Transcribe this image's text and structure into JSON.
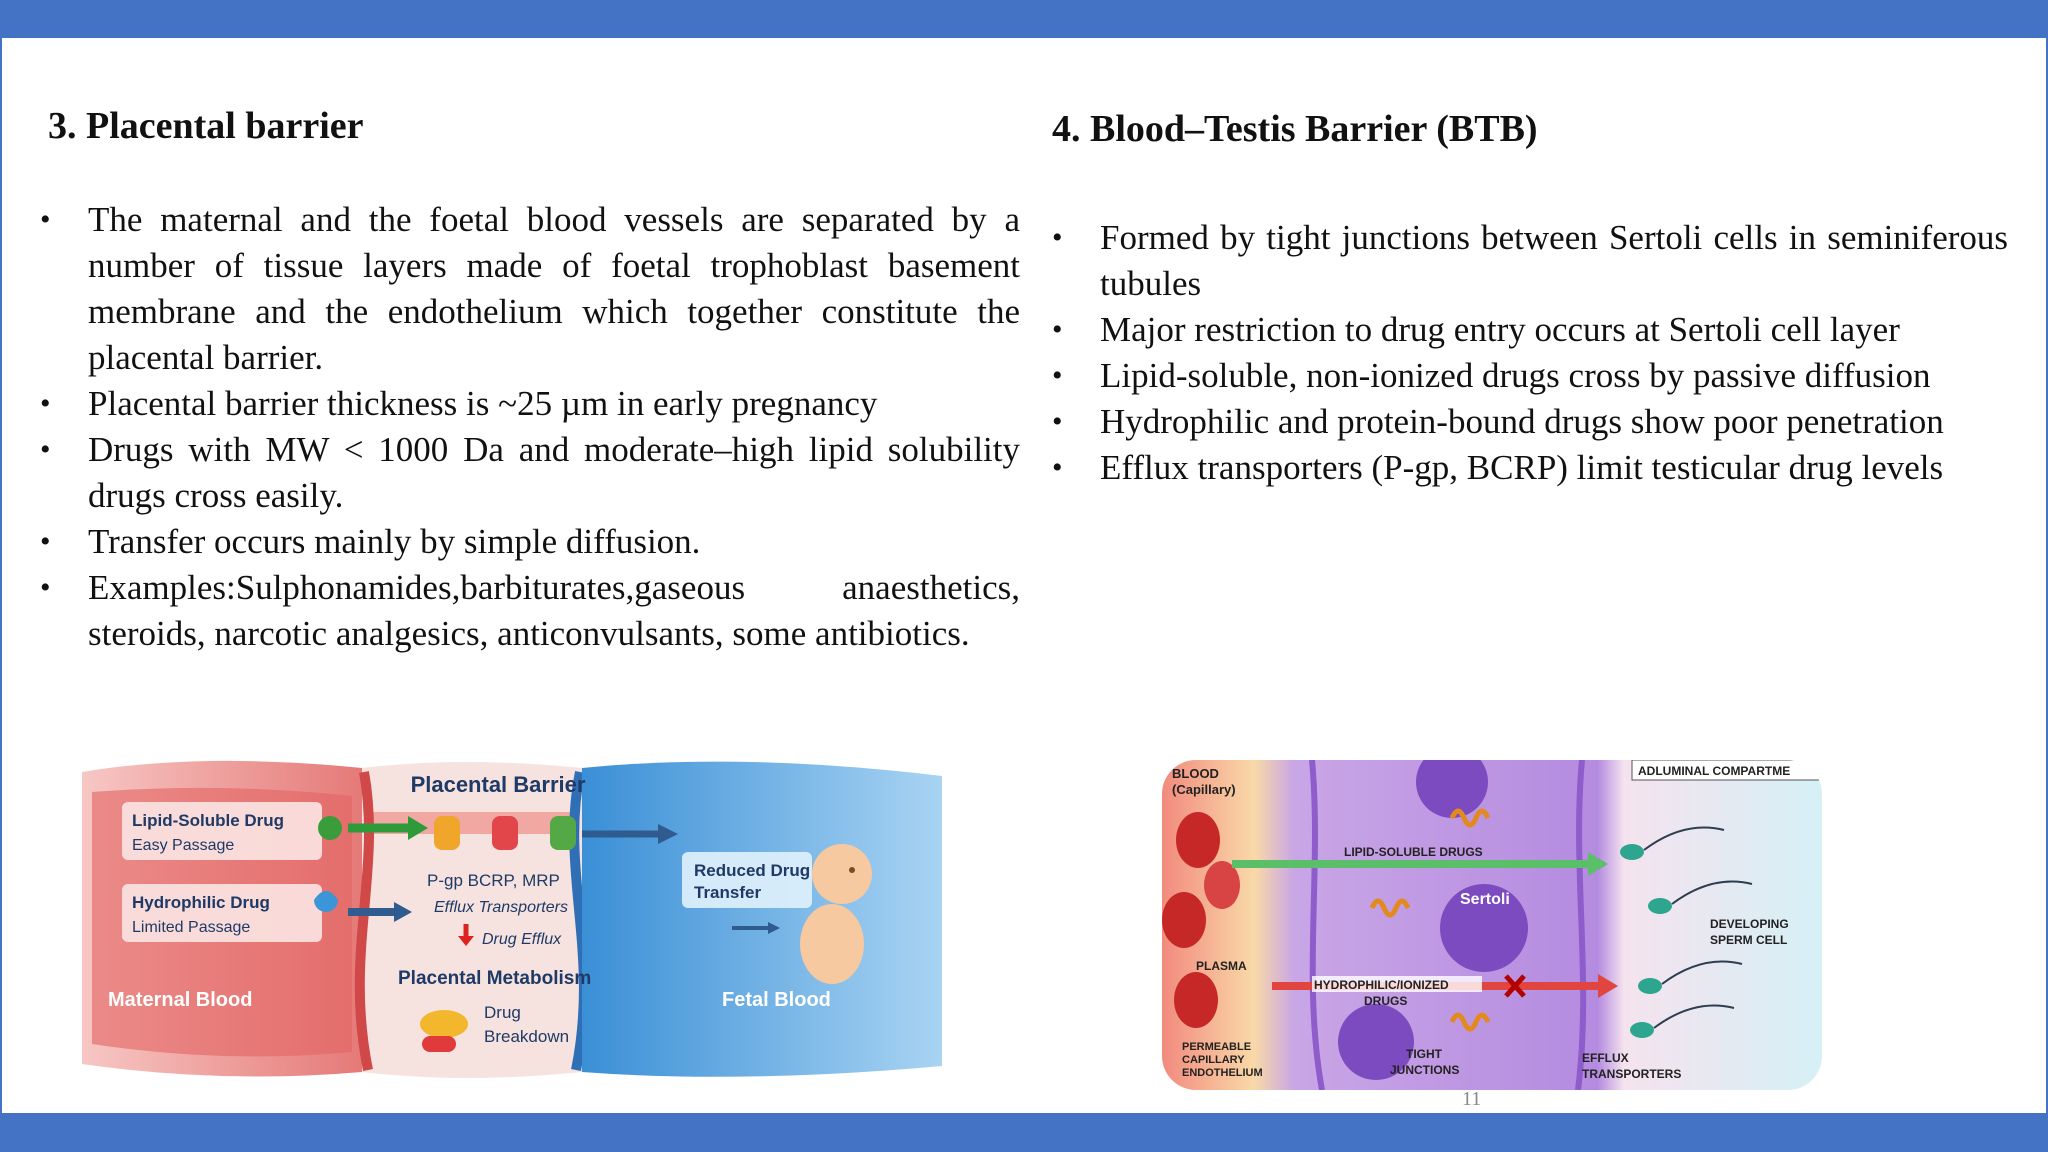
{
  "left": {
    "heading": "3. Placental barrier",
    "bullets": [
      "The maternal and the foetal blood vessels are separated by a number of tissue layers made of foetal trophoblast basement membrane and the endothelium which together constitute the placental barrier.",
      "Placental barrier thickness is ~25 µm in early pregnancy",
      "Drugs with MW < 1000 Da and moderate–high lipid solubility drugs cross easily.",
      "Transfer occurs mainly by simple diffusion.",
      "Examples:Sulphonamides,barbiturates,gaseous anaesthetics, steroids, narcotic analgesics, anticonvulsants, some antibiotics."
    ],
    "figure": {
      "title": "Placental Barrier",
      "lipid_drug": "Lipid-Soluble Drug",
      "lipid_note": "Easy Passage",
      "hydro_drug": "Hydrophilic Drug",
      "hydro_note": "Limited Passage",
      "transporters": "P-gp  BCRP, MRP",
      "efflux_label": "Efflux Transporters",
      "drug_efflux": "Drug Efflux",
      "metabolism": "Placental Metabolism",
      "drug": "Drug",
      "breakdown": "Breakdown",
      "reduced_1": "Reduced Drug",
      "reduced_2": "Transfer",
      "maternal": "Maternal Blood",
      "fetal": "Fetal Blood"
    }
  },
  "right": {
    "heading": "4. Blood–Testis Barrier (BTB)",
    "bullets": [
      "Formed by tight junctions between Sertoli cells in seminiferous tubules",
      "Major restriction to drug entry occurs at Sertoli cell layer",
      "Lipid-soluble, non-ionized drugs cross by passive diffusion",
      "Hydrophilic and protein-bound drugs show poor penetration",
      "Efflux transporters (P-gp, BCRP) limit testicular drug levels"
    ],
    "figure": {
      "blood": "BLOOD",
      "capillary": "(Capillary)",
      "adluminal": "ADLUMINAL COMPARTME",
      "lipid": "LIPID-SOLUBLE DRUGS",
      "sertoli": "Sertoli",
      "plasma": "PLASMA",
      "hydro_1": "HYDROPHILIC/IONIZED",
      "hydro_2": "DRUGS",
      "developing_1": "DEVELOPING",
      "developing_2": "SPERM CELL",
      "permeable_1": "PERMEABLE",
      "permeable_2": "CAPILLARY",
      "permeable_3": "ENDOTHELIUM",
      "tight_1": "TIGHT",
      "tight_2": "JUNCTIONS",
      "efflux_1": "EFFLUX",
      "efflux_2": "TRANSPORTERS"
    }
  },
  "page_number": "11"
}
